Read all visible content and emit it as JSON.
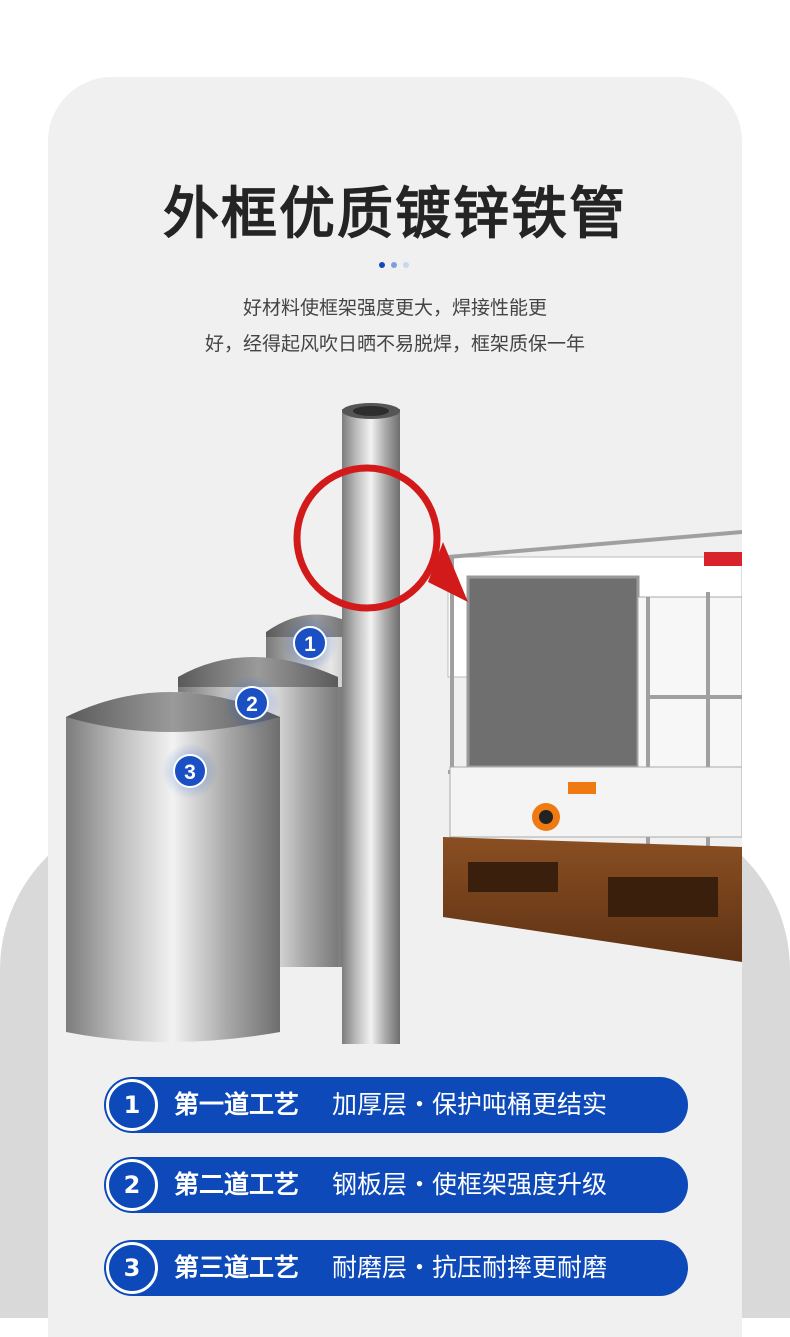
{
  "title": "外框优质镀锌铁管",
  "description": {
    "line1": "好材料使框架强度更大，焊接性能更",
    "line2": "好，经得起风吹日晒不易脱焊，框架质保一年"
  },
  "colors": {
    "accent": "#0d49b8",
    "highlight_ring": "#d21a1a",
    "card_bg": "#f0f0f0",
    "band_bg": "#d9d9d9"
  },
  "layer_badges": [
    "1",
    "2",
    "3"
  ],
  "steps": [
    {
      "number": "1",
      "label": "第一道工艺",
      "text": "加厚层・保护吨桶更结实"
    },
    {
      "number": "2",
      "label": "第二道工艺",
      "text": "钢板层・使框架强度升级"
    },
    {
      "number": "3",
      "label": "第三道工艺",
      "text": "耐磨层・抗压耐摔更耐磨"
    }
  ]
}
